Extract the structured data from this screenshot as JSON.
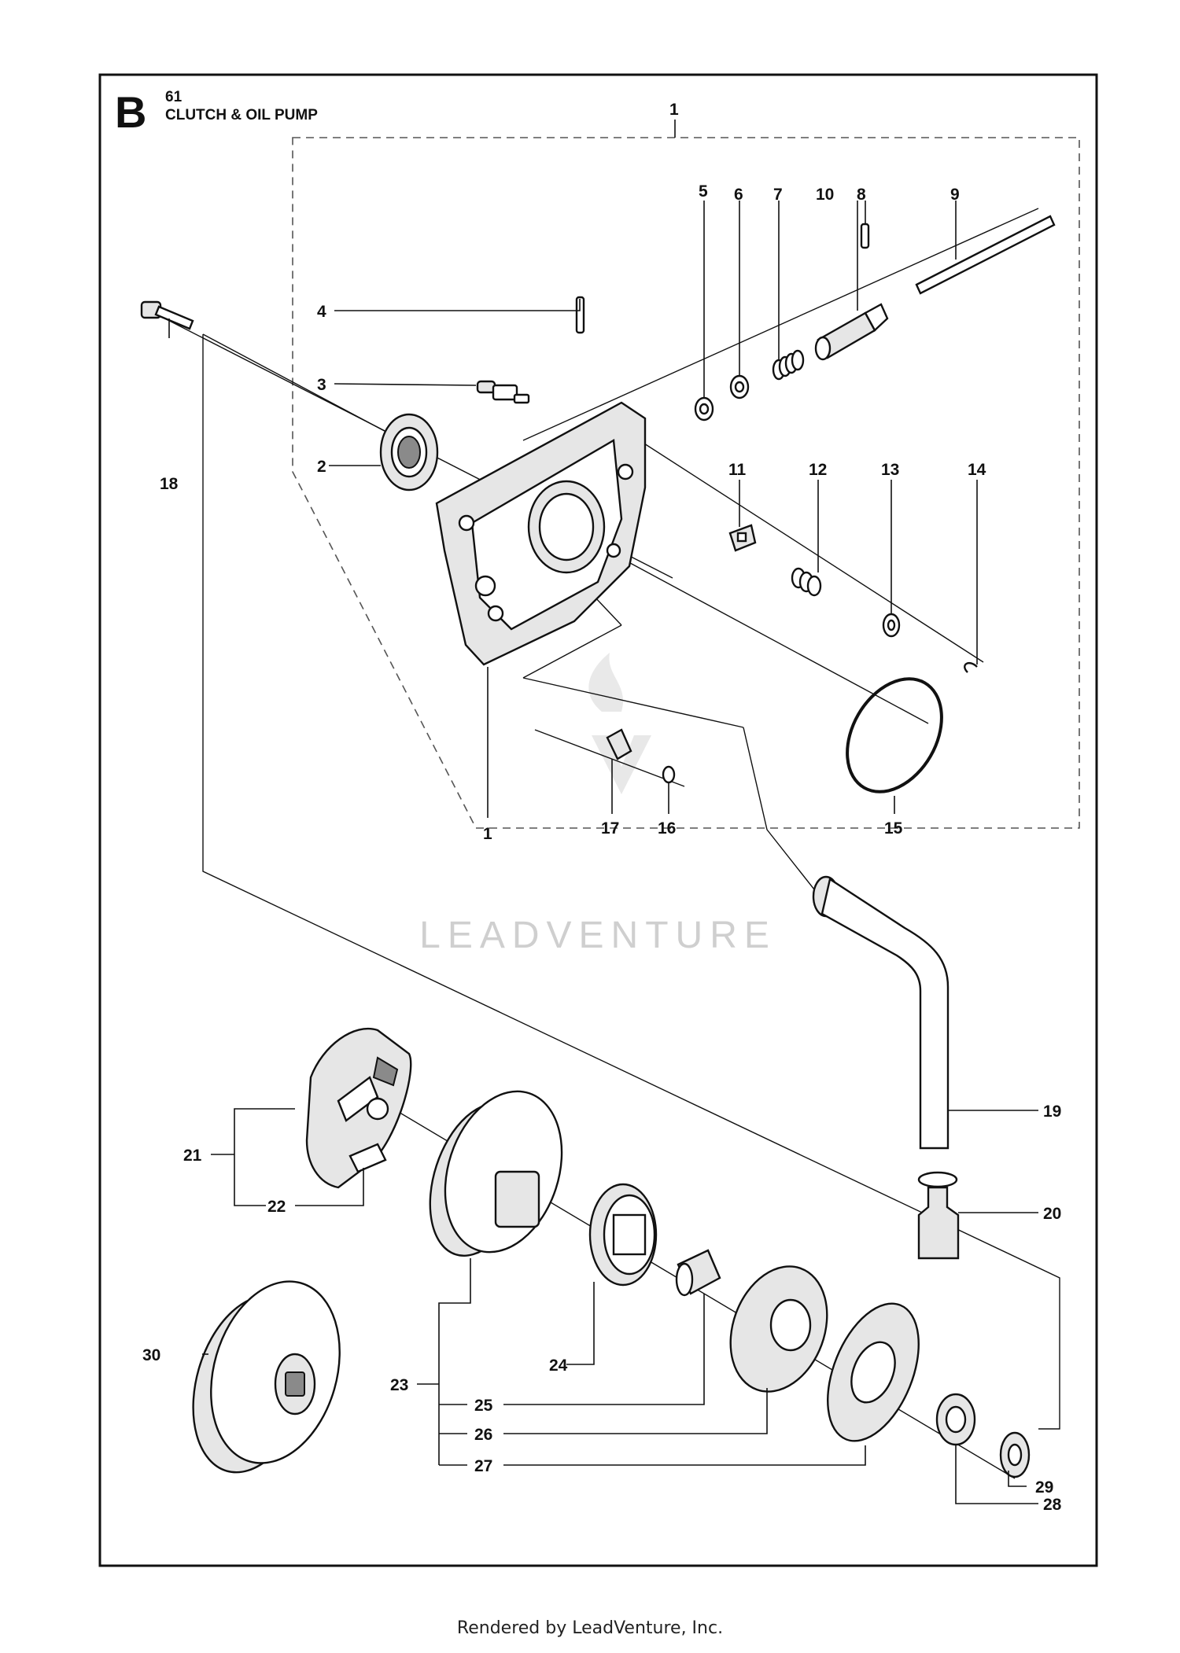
{
  "header": {
    "section_letter": "B",
    "section_number": "61",
    "section_title": "CLUTCH & OIL PUMP"
  },
  "watermark": "LEADVENTURE",
  "footer": "Rendered by LeadVenture, Inc.",
  "callouts": [
    {
      "id": "1",
      "label": "1"
    },
    {
      "id": "1b",
      "label": "1"
    },
    {
      "id": "2",
      "label": "2"
    },
    {
      "id": "3",
      "label": "3"
    },
    {
      "id": "4",
      "label": "4"
    },
    {
      "id": "5",
      "label": "5"
    },
    {
      "id": "6",
      "label": "6"
    },
    {
      "id": "7",
      "label": "7"
    },
    {
      "id": "8",
      "label": "8"
    },
    {
      "id": "9",
      "label": "9"
    },
    {
      "id": "10",
      "label": "10"
    },
    {
      "id": "11",
      "label": "11"
    },
    {
      "id": "12",
      "label": "12"
    },
    {
      "id": "13",
      "label": "13"
    },
    {
      "id": "14",
      "label": "14"
    },
    {
      "id": "15",
      "label": "15"
    },
    {
      "id": "16",
      "label": "16"
    },
    {
      "id": "17",
      "label": "17"
    },
    {
      "id": "18",
      "label": "18"
    },
    {
      "id": "19",
      "label": "19"
    },
    {
      "id": "20",
      "label": "20"
    },
    {
      "id": "21",
      "label": "21"
    },
    {
      "id": "22",
      "label": "22"
    },
    {
      "id": "23",
      "label": "23"
    },
    {
      "id": "24",
      "label": "24"
    },
    {
      "id": "25",
      "label": "25"
    },
    {
      "id": "26",
      "label": "26"
    },
    {
      "id": "27",
      "label": "27"
    },
    {
      "id": "28",
      "label": "28"
    },
    {
      "id": "29",
      "label": "29"
    },
    {
      "id": "30",
      "label": "30"
    }
  ]
}
